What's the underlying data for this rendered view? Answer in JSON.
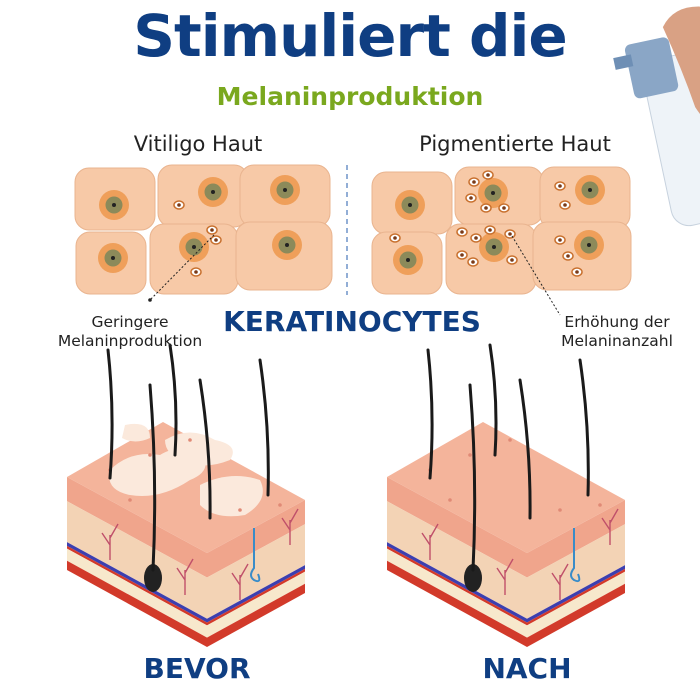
{
  "title": "Stimuliert die",
  "subtitle": "Melaninproduktion",
  "panels": {
    "left_caption": "Vitiligo Haut",
    "right_caption": "Pigmentierte Haut",
    "center_label": "KERATINOCYTES",
    "left_note": [
      "Geringere",
      "Melaninproduktion"
    ],
    "right_note": [
      "Erhöhung der",
      "Melaninanzahl"
    ]
  },
  "bottom_labels": {
    "before": "BEVOR",
    "after": "NACH"
  },
  "colors": {
    "navy": "#0f3e82",
    "green": "#7aa81e",
    "cell": "#f7c9a7",
    "nucleus_ring": "#ef9f5a",
    "nucleus": "#8c8a5a"
  },
  "icons": [
    "spray-bottle-icon",
    "hand-icon"
  ]
}
